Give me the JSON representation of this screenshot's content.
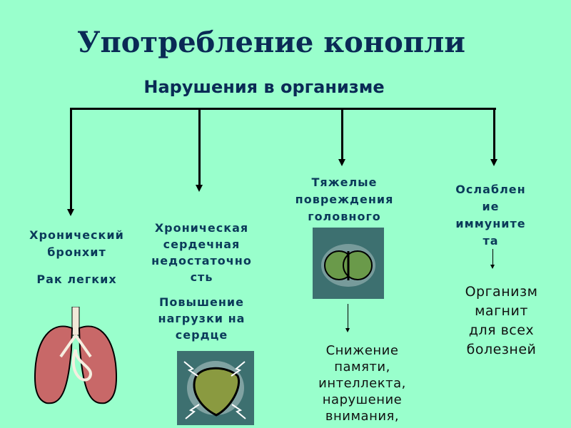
{
  "title": "Употребление конопли",
  "subtitle": "Нарушения в организме",
  "branches": [
    {
      "lines": [
        "Хронический",
        "бронхит"
      ],
      "extra": "Рак легких",
      "image": "lungs-icon"
    },
    {
      "lines": [
        "Хроническая",
        "сердечная",
        "недостаточно",
        "сть"
      ],
      "extra_lines": [
        "Повышение",
        "нагрузки на",
        "сердце"
      ],
      "image": "heart-icon"
    },
    {
      "lines": [
        "Тяжелые",
        "повреждения",
        "головного"
      ],
      "image": "brain-icon",
      "result_lines": [
        "Снижение",
        "памяти,",
        "интеллекта,",
        "нарушение",
        "внимания,"
      ]
    },
    {
      "lines": [
        "Ослаблен",
        "ие",
        "иммуните",
        "та"
      ],
      "result_lines": [
        "Организм",
        "магнит",
        "для всех",
        "болезней"
      ]
    }
  ],
  "colors": {
    "background": "#99ffcc",
    "text": "#003355"
  }
}
